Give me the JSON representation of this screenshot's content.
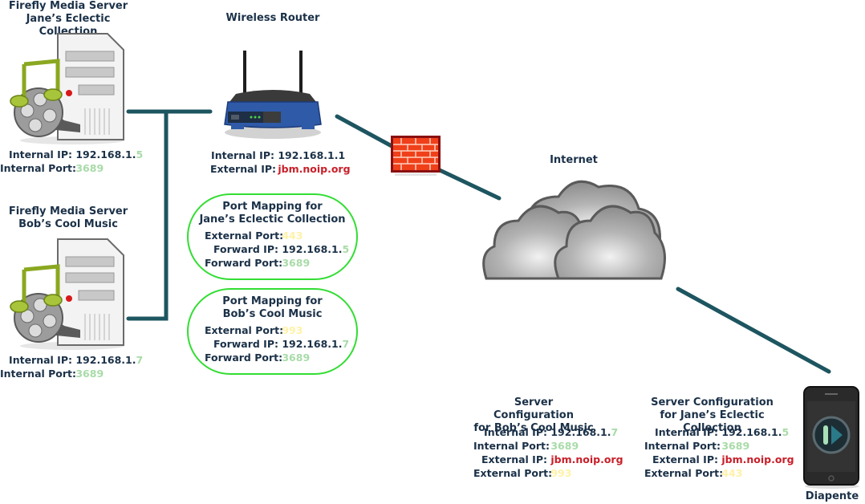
{
  "colors": {
    "text": "#1b3148",
    "link_line": "#1d5560",
    "highlight_green": "#a8dba8",
    "highlight_yellow": "#fff2a8",
    "highlight_red": "#c8202a",
    "pill_border": "#33dd33"
  },
  "servers": [
    {
      "title_line1": "Firefly Media Server",
      "title_line2": "Jane’s Eclectic Collection",
      "icon": "media-server-icon",
      "ip_label": "Internal IP:",
      "ip_prefix": "192.168.1.",
      "ip_suffix": "5",
      "port_label": "Internal Port:",
      "port": "3689"
    },
    {
      "title_line1": "Firefly Media Server",
      "title_line2": "Bob’s Cool Music",
      "icon": "media-server-icon",
      "ip_label": "Internal IP:",
      "ip_prefix": "192.168.1.",
      "ip_suffix": "7",
      "port_label": "Internal Port:",
      "port": "3689"
    }
  ],
  "router": {
    "title": "Wireless Router",
    "icon": "wireless-router-icon",
    "internal_ip_label": "Internal IP:",
    "internal_ip": "192.168.1.1",
    "external_ip_label": "External IP:",
    "external_ip": "jbm.noip.org"
  },
  "port_mappings": [
    {
      "title_line1": "Port Mapping for",
      "title_line2": "Jane’s Eclectic Collection",
      "external_port_label": "External Port:",
      "external_port": "443",
      "forward_ip_label": "Forward IP:",
      "forward_ip_prefix": "192.168.1.",
      "forward_ip_suffix": "5",
      "forward_port_label": "Forward Port:",
      "forward_port": "3689"
    },
    {
      "title_line1": "Port Mapping for",
      "title_line2": "Bob’s Cool Music",
      "external_port_label": "External Port:",
      "external_port": "993",
      "forward_ip_label": "Forward IP:",
      "forward_ip_prefix": "192.168.1.",
      "forward_ip_suffix": "7",
      "forward_port_label": "Forward Port:",
      "forward_port": "3689"
    }
  ],
  "firewall": {
    "icon": "firewall-icon"
  },
  "internet": {
    "title": "Internet",
    "icon": "cloud-icon"
  },
  "server_configs": [
    {
      "title_line1": "Server Configuration",
      "title_line2": "for Bob’s Cool Music",
      "internal_ip_label": "Internal IP:",
      "internal_ip_prefix": "192.168.1.",
      "internal_ip_suffix": "7",
      "internal_port_label": "Internal Port:",
      "internal_port": "3689",
      "external_ip_label": "External IP:",
      "external_ip": "jbm.noip.org",
      "external_port_label": "External Port:",
      "external_port": "993"
    },
    {
      "title_line1": "Server Configuration",
      "title_line2": "for Jane’s Eclectic Collection",
      "internal_ip_label": "Internal IP:",
      "internal_ip_prefix": "192.168.1.",
      "internal_ip_suffix": "5",
      "internal_port_label": "Internal Port:",
      "internal_port": "3689",
      "external_ip_label": "External IP:",
      "external_ip": "jbm.noip.org",
      "external_port_label": "External Port:",
      "external_port": "443"
    }
  ],
  "client": {
    "title": "Diapente",
    "icon": "phone-app-icon"
  }
}
